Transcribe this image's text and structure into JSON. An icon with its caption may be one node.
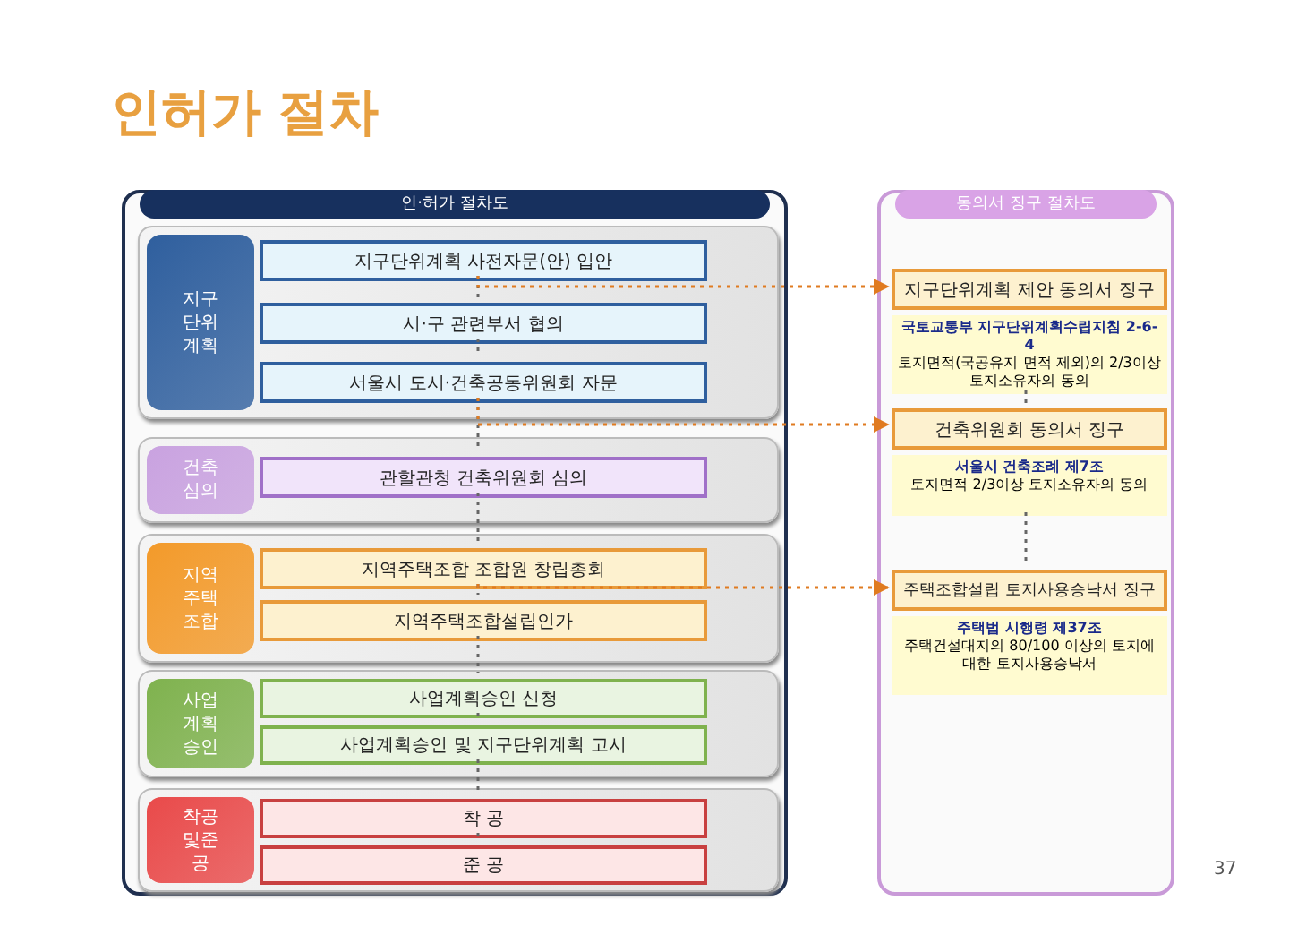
{
  "diagram": {
    "title": "인허가 절차",
    "nodes": [
      {
        "text": [
          "인·허가 절차도"
        ]
      },
      {
        "text": [
          "지구단위계획"
        ],
        "in": 0
      },
      {
        "text": [
          "지구단위계획 사전자문(안) 입안"
        ],
        "in": 1
      },
      {
        "text": [
          "시·구 관련부서 협의"
        ],
        "in": 1
      },
      {
        "text": [
          "서울시 도시·건축공동위원회 자문"
        ],
        "in": 1
      },
      {
        "text": [
          "건축심의"
        ],
        "in": 0
      },
      {
        "text": [
          "관할관청 건축위원회 심의"
        ],
        "in": 5
      },
      {
        "text": [
          "지역주택조합"
        ],
        "in": 0
      },
      {
        "text": [
          "지역주택조합 조합원 창립총회"
        ],
        "in": 7
      },
      {
        "text": [
          "지역주택조합설립인가"
        ],
        "in": 7
      },
      {
        "text": [
          "사업계획승인"
        ],
        "in": 0
      },
      {
        "text": [
          "사업계획승인 신청"
        ],
        "in": 10
      },
      {
        "text": [
          "사업계획승인 및 지구단위계획 고시"
        ],
        "in": 10
      },
      {
        "text": [
          "착공및준공"
        ],
        "in": 0
      },
      {
        "text": [
          "착 공"
        ],
        "in": 13
      },
      {
        "text": [
          "준 공"
        ],
        "in": 13
      },
      {
        "text": [
          "동의서 징구 절차도"
        ]
      },
      {
        "text": [
          "지구단위계획 제안 동의서 징구"
        ],
        "in": 16
      },
      {
        "text": [
          "국토교통부 지구단위계획수립지침 2-6-4",
          "토지면적(국공유지 면적 제외)의 2/3이상 토지소유자의 동의"
        ],
        "in": 16
      },
      {
        "text": [
          "건축위원회 동의서 징구"
        ],
        "in": 16
      },
      {
        "text": [
          "서울시 건축조례 제7조",
          "토지면적 2/3이상 토지소유자의 동의"
        ],
        "in": 16
      },
      {
        "text": [
          "주택조합설립 토지사용승낙서 징구"
        ],
        "in": 16
      },
      {
        "text": [
          "주택법 시행령 제37조",
          "주택건설대지의 80/100 이상의 토지에 대한 토지사용승낙서"
        ],
        "in": 16
      }
    ],
    "edges": [
      {
        "from": 2,
        "to": 3,
        "arrow": "none",
        "style": "dashed"
      },
      {
        "from": 3,
        "to": 4,
        "arrow": "none",
        "style": "dashed"
      },
      {
        "from": 4,
        "to": 6,
        "arrow": "none",
        "style": "dashed"
      },
      {
        "from": 6,
        "to": 8,
        "arrow": "none",
        "style": "dashed"
      },
      {
        "from": 8,
        "to": 9,
        "arrow": "none",
        "style": "dashed"
      },
      {
        "from": 9,
        "to": 11,
        "arrow": "none",
        "style": "dashed"
      },
      {
        "from": 11,
        "to": 12,
        "arrow": "none",
        "style": "dashed"
      },
      {
        "from": 12,
        "to": 14,
        "arrow": "none",
        "style": "dashed"
      },
      {
        "from": 14,
        "to": 15,
        "arrow": "none",
        "style": "dashed"
      },
      {
        "from": 2,
        "to": 17,
        "arrow": "to",
        "style": "dashed",
        "color": "#e07b20"
      },
      {
        "from": 4,
        "to": 19,
        "arrow": "to",
        "style": "dashed",
        "color": "#e07b20"
      },
      {
        "from": 8,
        "to": 21,
        "arrow": "to",
        "style": "dashed",
        "color": "#e07b20"
      },
      {
        "from": 18,
        "to": 19,
        "arrow": "none",
        "style": "dashed"
      },
      {
        "from": 20,
        "to": 21,
        "arrow": "none",
        "style": "dashed"
      }
    ],
    "labels": [
      "37"
    ]
  }
}
